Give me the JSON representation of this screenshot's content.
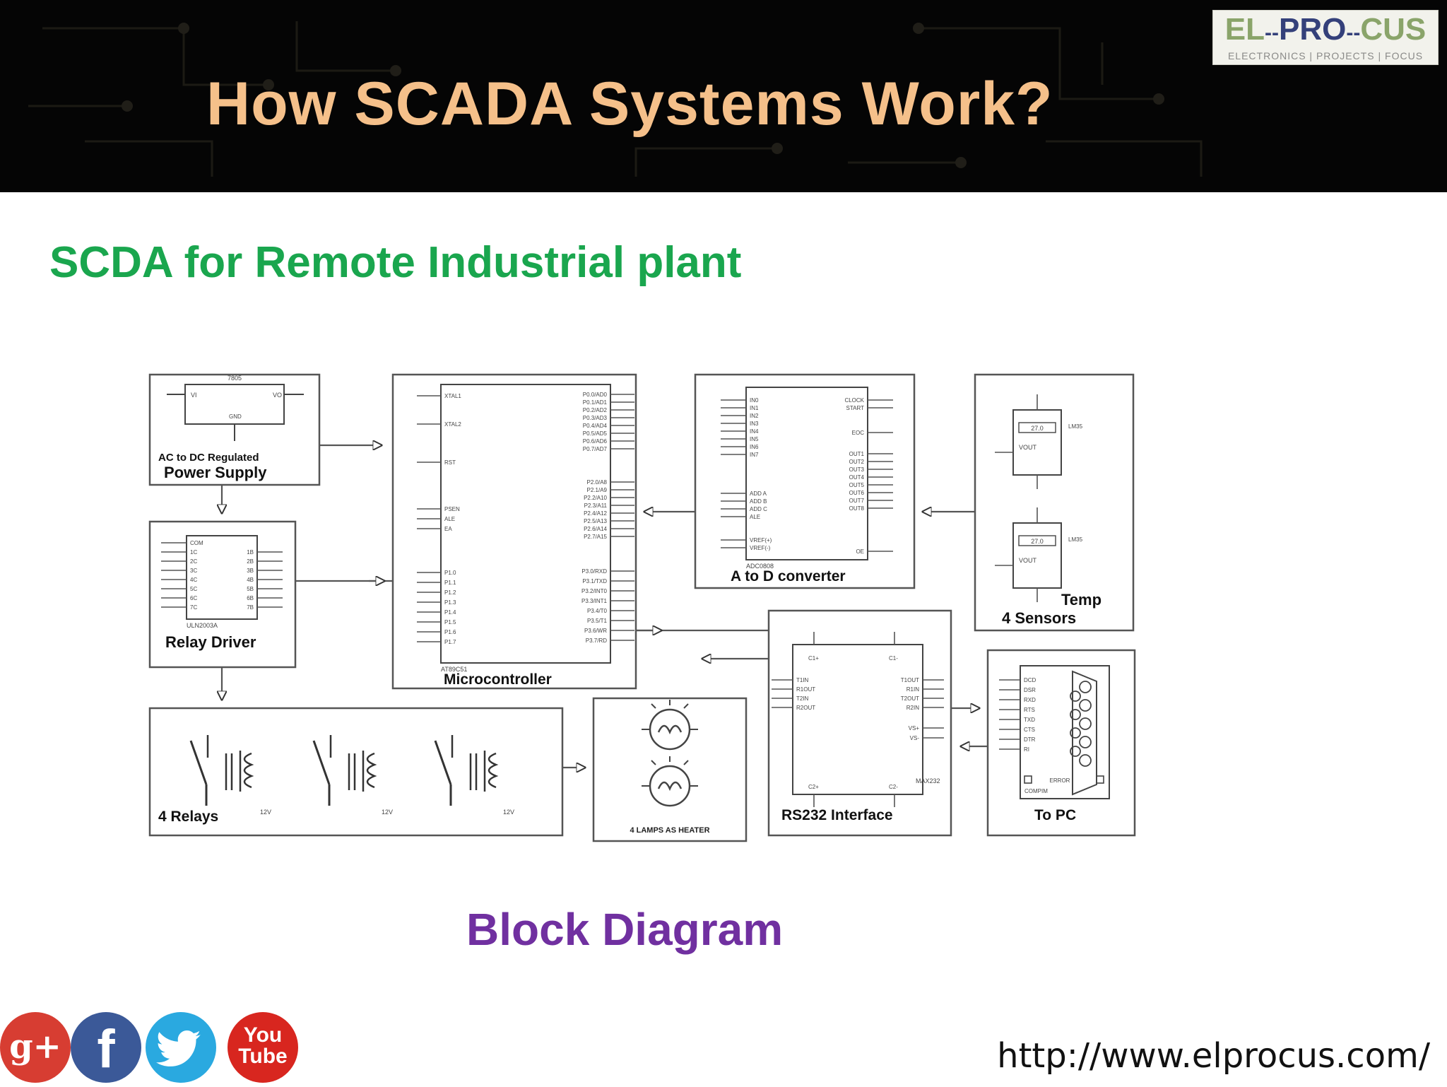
{
  "header": {
    "title": "How SCADA Systems Work?",
    "logo": {
      "left": "EL",
      "mid": "PRO",
      "right": "CUS",
      "tagline": "ELECTRONICS | PROJECTS | FOCUS"
    }
  },
  "subtitle": "SCDA for Remote Industrial plant",
  "diagram": {
    "blocks": {
      "power_supply": {
        "label_small": "AC to DC Regulated",
        "label": "Power Supply",
        "chip": "7805",
        "pin_vi": "VI",
        "pin_vo": "VO",
        "pin_gnd": "GND"
      },
      "relay_driver": {
        "label": "Relay Driver",
        "chip": "ULN2003A",
        "pins_left": [
          "COM",
          "1C",
          "2C",
          "3C",
          "4C",
          "5C",
          "6C",
          "7C"
        ],
        "pins_right": [
          "1B",
          "2B",
          "3B",
          "4B",
          "5B",
          "6B",
          "7B"
        ]
      },
      "microcontroller": {
        "label": "Microcontroller",
        "chip": "AT89C51",
        "pins_left_top": [
          "XTAL1",
          "XTAL2",
          "RST"
        ],
        "pins_left_mid": [
          "PSEN",
          "ALE",
          "EA"
        ],
        "pins_left_bottom": [
          "P1.0",
          "P1.1",
          "P1.2",
          "P1.3",
          "P1.4",
          "P1.5",
          "P1.6",
          "P1.7"
        ],
        "pins_right_p0": [
          "P0.0/AD0",
          "P0.1/AD1",
          "P0.2/AD2",
          "P0.3/AD3",
          "P0.4/AD4",
          "P0.5/AD5",
          "P0.6/AD6",
          "P0.7/AD7"
        ],
        "pins_right_p2": [
          "P2.0/A8",
          "P2.1/A9",
          "P2.2/A10",
          "P2.3/A11",
          "P2.4/A12",
          "P2.5/A13",
          "P2.6/A14",
          "P2.7/A15"
        ],
        "pins_right_p3": [
          "P3.0/RXD",
          "P3.1/TXD",
          "P3.2/INT0",
          "P3.3/INT1",
          "P3.4/T0",
          "P3.5/T1",
          "P3.6/WR",
          "P3.7/RD"
        ]
      },
      "adc": {
        "label": "A to D converter",
        "chip": "ADC0808",
        "pins_left": [
          "IN0",
          "IN1",
          "IN2",
          "IN3",
          "IN4",
          "IN5",
          "IN6",
          "IN7"
        ],
        "pins_left2": [
          "ADD A",
          "ADD B",
          "ADD C",
          "ALE"
        ],
        "pins_left3": [
          "VREF(+)",
          "VREF(-)"
        ],
        "pins_right_top": [
          "CLOCK",
          "START"
        ],
        "pin_eoc": "EOC",
        "pins_right": [
          "OUT1",
          "OUT2",
          "OUT3",
          "OUT4",
          "OUT5",
          "OUT6",
          "OUT7",
          "OUT8"
        ],
        "pin_oe": "OE"
      },
      "sensors": {
        "label1": "Temp",
        "label2": "4 Sensors",
        "chip": "LM35",
        "pin": "VOUT",
        "reading": "27.0"
      },
      "relays": {
        "label": "4 Relays",
        "voltage": "12V"
      },
      "lamps": {
        "label": "4 LAMPS AS HEATER"
      },
      "rs232": {
        "label": "RS232 Interface",
        "chip": "MAX232",
        "pins_left": [
          "T1IN",
          "R1OUT",
          "T2IN",
          "R2OUT"
        ],
        "pins_right": [
          "T1OUT",
          "R1IN",
          "T2OUT",
          "R2IN"
        ],
        "pins_top": [
          "C1+",
          "C1-"
        ],
        "pins_bottom": [
          "C2+",
          "C2-"
        ],
        "pins_vs": [
          "VS+",
          "VS-"
        ]
      },
      "pc": {
        "label": "To PC",
        "chip": "COMPIM",
        "pins": [
          "DCD",
          "DSR",
          "RXD",
          "RTS",
          "TXD",
          "CTS",
          "DTR",
          "RI"
        ],
        "error": "ERROR"
      }
    }
  },
  "caption": "Block Diagram",
  "footer": {
    "social": [
      {
        "name": "google-plus",
        "glyph": "g+"
      },
      {
        "name": "facebook",
        "glyph": "f"
      },
      {
        "name": "twitter",
        "glyph": ""
      },
      {
        "name": "youtube",
        "line1": "You",
        "line2": "Tube"
      }
    ],
    "url": "http://www.elprocus.com/"
  },
  "colors": {
    "title": "#f5c08a",
    "subtitle": "#1aa64e",
    "caption": "#7030a0",
    "header_bg": "#050505"
  }
}
